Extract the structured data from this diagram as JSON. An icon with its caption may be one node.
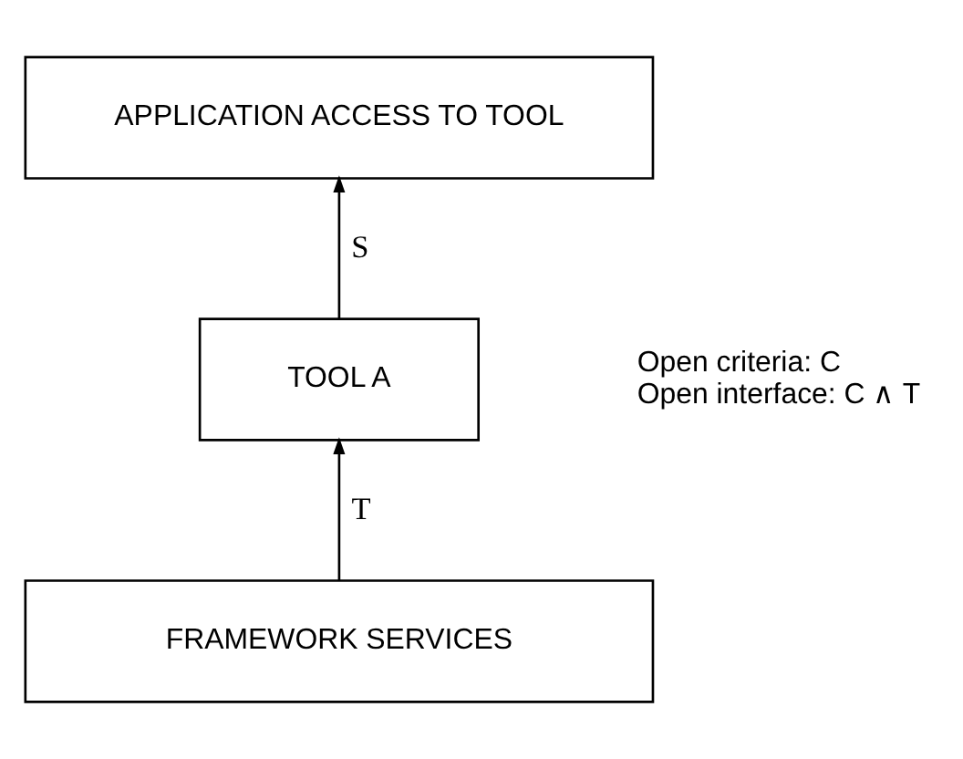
{
  "diagram": {
    "nodes": [
      {
        "text": [
          "APPLICATION ACCESS TO TOOL"
        ]
      },
      {
        "text": [
          "TOOL A"
        ]
      },
      {
        "text": [
          "FRAMEWORK SERVICES"
        ]
      }
    ],
    "edges": [
      {
        "from": 2,
        "to": 1,
        "arrow": "to",
        "label": "T"
      },
      {
        "from": 1,
        "to": 0,
        "arrow": "to",
        "label": "S"
      }
    ],
    "labels": [
      "Open criteria: C",
      "Open interface: C ∧ T"
    ]
  }
}
